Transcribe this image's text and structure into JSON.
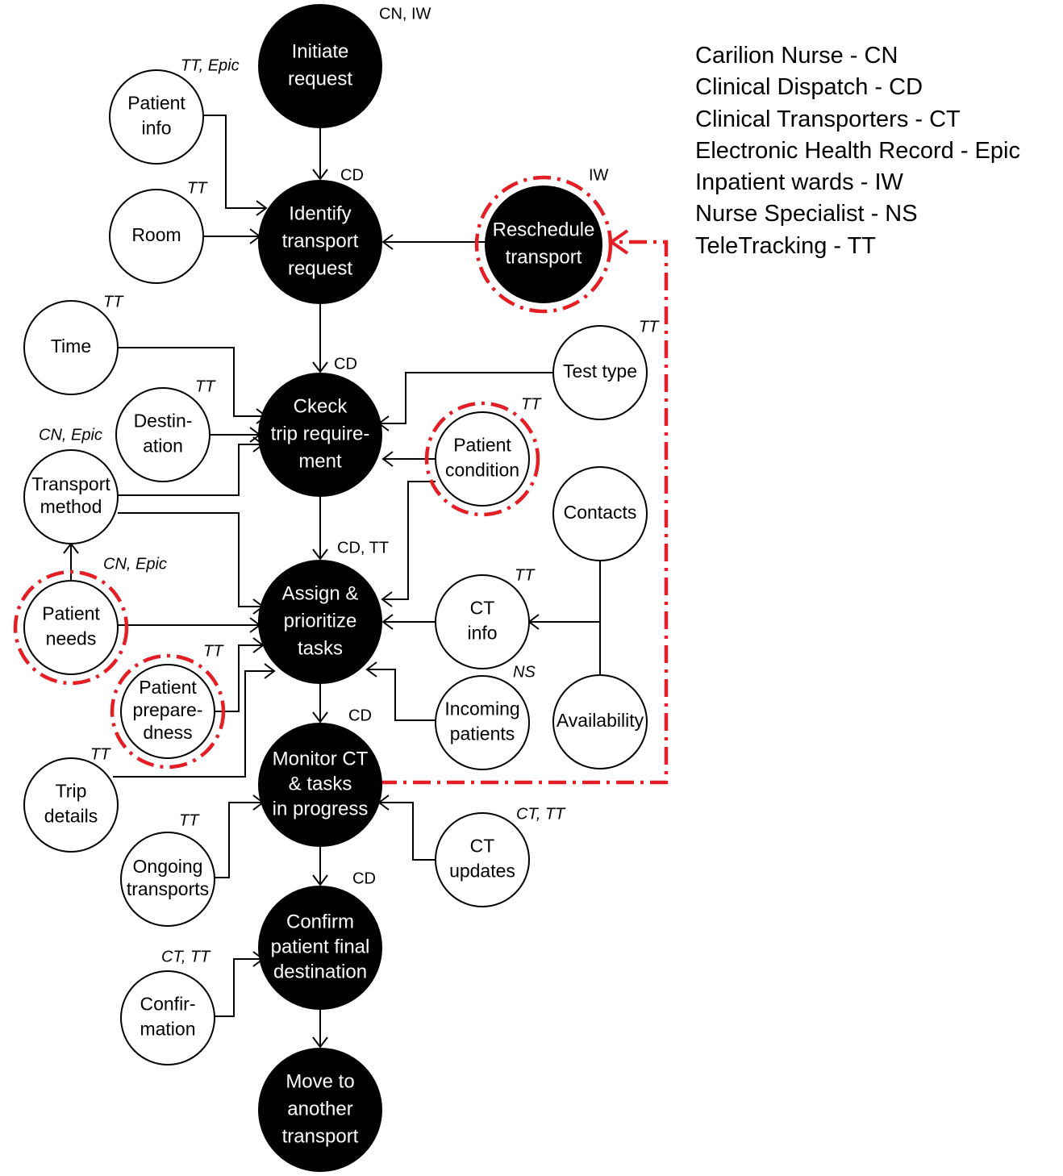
{
  "legend": [
    "Carilion Nurse - CN",
    "Clinical Dispatch - CD",
    "Clinical Transporters - CT",
    "Electronic Health Record - Epic",
    "Inpatient wards - IW",
    "Nurse Specialist - NS",
    "TeleTracking - TT"
  ],
  "tasks": [
    {
      "id": "initiate",
      "lines": [
        "Initiate",
        "request"
      ],
      "role": "CN, IW"
    },
    {
      "id": "identify",
      "lines": [
        "Identify",
        "transport",
        "request"
      ],
      "role": "CD"
    },
    {
      "id": "reschedule",
      "lines": [
        "Reschedule",
        "transport"
      ],
      "role": "IW",
      "highlighted": true
    },
    {
      "id": "check",
      "lines": [
        "Ckeck",
        "trip require-",
        "ment"
      ],
      "role": "CD"
    },
    {
      "id": "assign",
      "lines": [
        "Assign &",
        "prioritize",
        "tasks"
      ],
      "role": "CD, TT"
    },
    {
      "id": "monitor",
      "lines": [
        "Monitor CT",
        "& tasks",
        "in progress"
      ],
      "role": "CD"
    },
    {
      "id": "confirm",
      "lines": [
        "Confirm",
        "patient final",
        "destination"
      ],
      "role": "CD"
    },
    {
      "id": "move",
      "lines": [
        "Move to",
        "another",
        "transport"
      ],
      "role": ""
    }
  ],
  "info": [
    {
      "id": "patient-info",
      "lines": [
        "Patient",
        "info"
      ],
      "source": "TT, Epic"
    },
    {
      "id": "room",
      "lines": [
        "Room"
      ],
      "source": "TT"
    },
    {
      "id": "time",
      "lines": [
        "Time"
      ],
      "source": "TT"
    },
    {
      "id": "destination",
      "lines": [
        "Destin-",
        "ation"
      ],
      "source": "TT"
    },
    {
      "id": "transport-method",
      "lines": [
        "Transport",
        "method"
      ],
      "source": "CN, Epic"
    },
    {
      "id": "patient-needs",
      "lines": [
        "Patient",
        "needs"
      ],
      "source": "CN, Epic",
      "highlighted": true
    },
    {
      "id": "patient-preparedness",
      "lines": [
        "Patient",
        "prepare-",
        "dness"
      ],
      "source": "TT",
      "highlighted": true
    },
    {
      "id": "trip-details",
      "lines": [
        "Trip",
        "details"
      ],
      "source": "TT"
    },
    {
      "id": "ongoing-transports",
      "lines": [
        "Ongoing",
        "transports"
      ],
      "source": "TT"
    },
    {
      "id": "confirmation",
      "lines": [
        "Confir-",
        "mation"
      ],
      "source": "CT, TT"
    },
    {
      "id": "test-type",
      "lines": [
        "Test type"
      ],
      "source": "TT"
    },
    {
      "id": "patient-condition",
      "lines": [
        "Patient",
        "condition"
      ],
      "source": "TT",
      "highlighted": true
    },
    {
      "id": "contacts",
      "lines": [
        "Contacts"
      ],
      "source": ""
    },
    {
      "id": "ct-info",
      "lines": [
        "CT",
        "info"
      ],
      "source": "TT"
    },
    {
      "id": "incoming-patients",
      "lines": [
        "Incoming",
        "patients"
      ],
      "source": "NS"
    },
    {
      "id": "availability",
      "lines": [
        "Availability"
      ],
      "source": ""
    },
    {
      "id": "ct-updates",
      "lines": [
        "CT",
        "updates"
      ],
      "source": "CT, TT"
    }
  ],
  "colors": {
    "task_fill": "#000000",
    "info_fill": "#ffffff",
    "highlight": "#e31e24"
  }
}
